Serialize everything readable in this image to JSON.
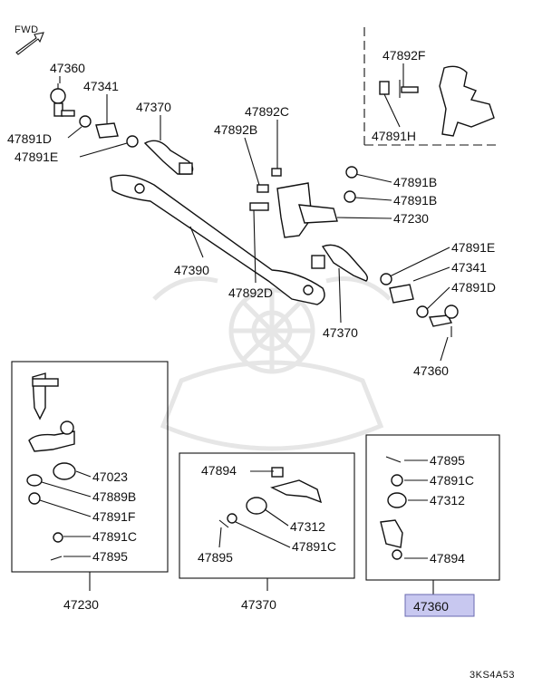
{
  "fwd": "FWD",
  "catalog_code": "3KS4A53",
  "highlight_color": "#c8c8f0",
  "labels": {
    "p47360_a": "47360",
    "p47341_a": "47341",
    "p47370_a": "47370",
    "p47891D_a": "47891D",
    "p47891E_a": "47891E",
    "p47892C": "47892C",
    "p47892B": "47892B",
    "p47891B_a": "47891B",
    "p47891B_b": "47891B",
    "p47230_a": "47230",
    "p47390": "47390",
    "p47892D": "47892D",
    "p47891E_b": "47891E",
    "p47341_b": "47341",
    "p47891D_b": "47891D",
    "p47370_b": "47370",
    "p47360_b": "47360",
    "p47892F": "47892F",
    "p47891H": "47891H"
  },
  "box_left": {
    "title": "47230",
    "items": [
      "47023",
      "47889B",
      "47891F",
      "47891C",
      "47895"
    ]
  },
  "box_mid": {
    "title": "47370",
    "items": [
      "47894",
      "47312",
      "47895",
      "47891C"
    ]
  },
  "box_right": {
    "title": "47360",
    "items": [
      "47895",
      "47891C",
      "47312",
      "47894"
    ]
  }
}
